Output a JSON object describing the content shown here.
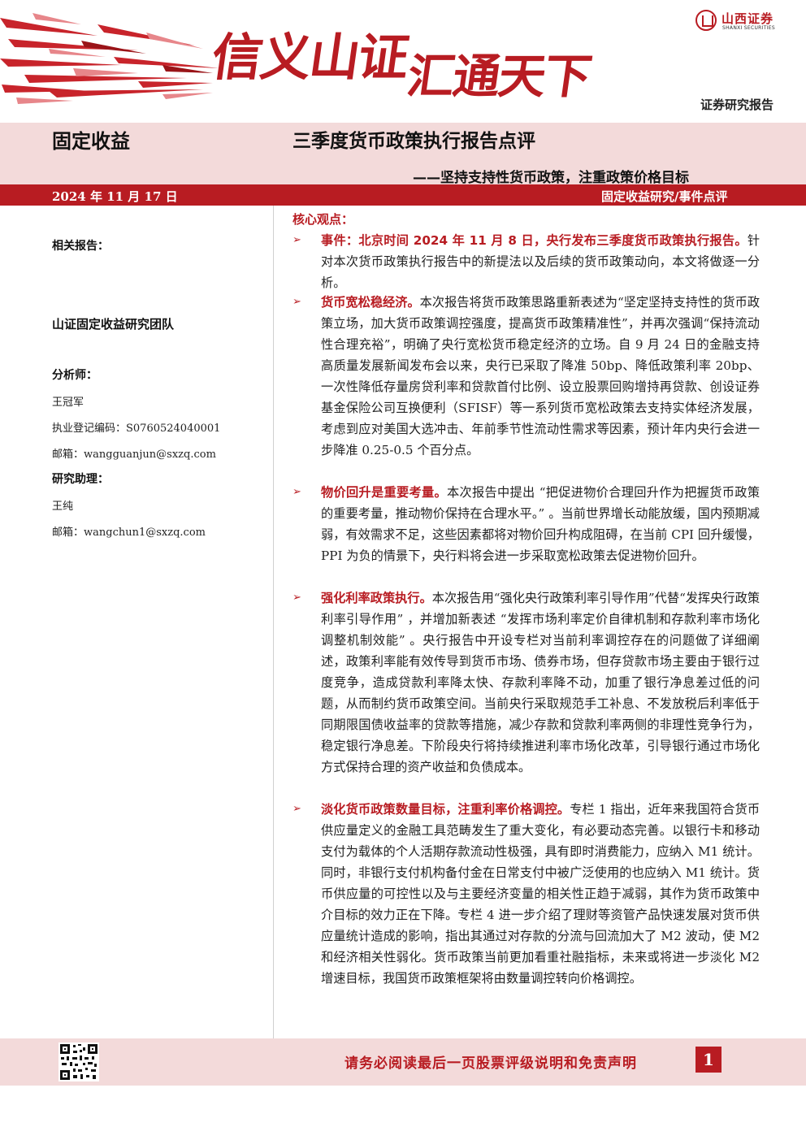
{
  "header": {
    "slogan_part1": "信义山证",
    "slogan_part2": "汇通天下",
    "logo_cn": "山西证券",
    "logo_en": "SHANXI SECURITIES",
    "report_type": "证券研究报告"
  },
  "title": {
    "category": "固定收益",
    "main": "三季度货币政策执行报告点评",
    "sub": "——坚持支持性货币政策，注重政策价格目标",
    "date": "2024 年 11 月 17 日",
    "section": "固定收益研究/事件点评"
  },
  "sidebar": {
    "related_reports_label": "相关报告：",
    "team": "山证固定收益研究团队",
    "analyst_label": "分析师：",
    "analyst_name": "王冠军",
    "analyst_license": "执业登记编码：S0760524040001",
    "analyst_email": "邮箱：wangguanjun@sxzq.com",
    "assistant_label": "研究助理：",
    "assistant_name": "王纯",
    "assistant_email": "邮箱：wangchun1@sxzq.com"
  },
  "body": {
    "core_label": "核心观点：",
    "points": [
      {
        "headline": "事件：北京时间 2024 年 11 月 8 日，央行发布三季度货币政策执行报告。",
        "text": "针对本次货币政策执行报告中的新提法以及后续的货币政策动向，本文将做逐一分析。"
      },
      {
        "headline": "货币宽松稳经济。",
        "text": "本次报告将货币政策思路重新表述为“坚定坚持支持性的货币政策立场，加大货币政策调控强度，提高货币政策精准性”，并再次强调“保持流动性合理充裕”，明确了央行宽松货币稳定经济的立场。自 9 月 24 日的金融支持高质量发展新闻发布会以来，央行已采取了降准 50bp、降低政策利率 20bp、一次性降低存量房贷利率和贷款首付比例、设立股票回购增持再贷款、创设证券基金保险公司互换便利（SFISF）等一系列货币宽松政策去支持实体经济发展，考虑到应对美国大选冲击、年前季节性流动性需求等因素，预计年内央行会进一步降准 0.25-0.5 个百分点。"
      },
      {
        "headline": "物价回升是重要考量。",
        "text": "本次报告中提出 “把促进物价合理回升作为把握货币政策的重要考量，推动物价保持在合理水平。” 。当前世界增长动能放缓，国内预期减弱，有效需求不足，这些因素都将对物价回升构成阻碍，在当前 CPI 回升缓慢，PPI 为负的情景下，央行料将会进一步采取宽松政策去促进物价回升。"
      },
      {
        "headline": "强化利率政策执行。",
        "text": "本次报告用“强化央行政策利率引导作用”代替“发挥央行政策利率引导作用” ，并增加新表述 “发挥市场利率定价自律机制和存款利率市场化调整机制效能” 。央行报告中开设专栏对当前利率调控存在的问题做了详细阐述，政策利率能有效传导到货币市场、债券市场，但存贷款市场主要由于银行过度竞争，造成贷款利率降太快、存款利率降不动，加重了银行净息差过低的问题，从而制约货币政策空间。当前央行采取规范手工补息、不发放税后利率低于同期限国债收益率的贷款等措施，减少存款和贷款利率两侧的非理性竞争行为，稳定银行净息差。下阶段央行将持续推进利率市场化改革，引导银行通过市场化方式保持合理的资产收益和负债成本。"
      },
      {
        "headline": "淡化货币政策数量目标，注重利率价格调控。",
        "text": "专栏 1 指出，近年来我国符合货币供应量定义的金融工具范畴发生了重大变化，有必要动态完善。以银行卡和移动支付为载体的个人活期存款流动性极强，具有即时消费能力，应纳入 M1 统计。同时，非银行支付机构备付金在日常支付中被广泛使用的也应纳入 M1 统计。货币供应量的可控性以及与主要经济变量的相关性正趋于减弱，其作为货币政策中介目标的效力正在下降。专栏 4 进一步介绍了理财等资管产品快速发展对货币供应量统计造成的影响，指出其通过对存款的分流与回流加大了 M2 波动，使 M2 和经济相关性弱化。货币政策当前更加看重社融指标，未来或将进一步淡化 M2 增速目标，我国货币政策框架将由数量调控转向价格调控。"
      }
    ]
  },
  "footer": {
    "disclaimer": "请务必阅读最后一页股票评级说明和免责声明",
    "page": "1"
  },
  "colors": {
    "brand_red": "#b81c22",
    "band_pink": "#f3dada"
  }
}
